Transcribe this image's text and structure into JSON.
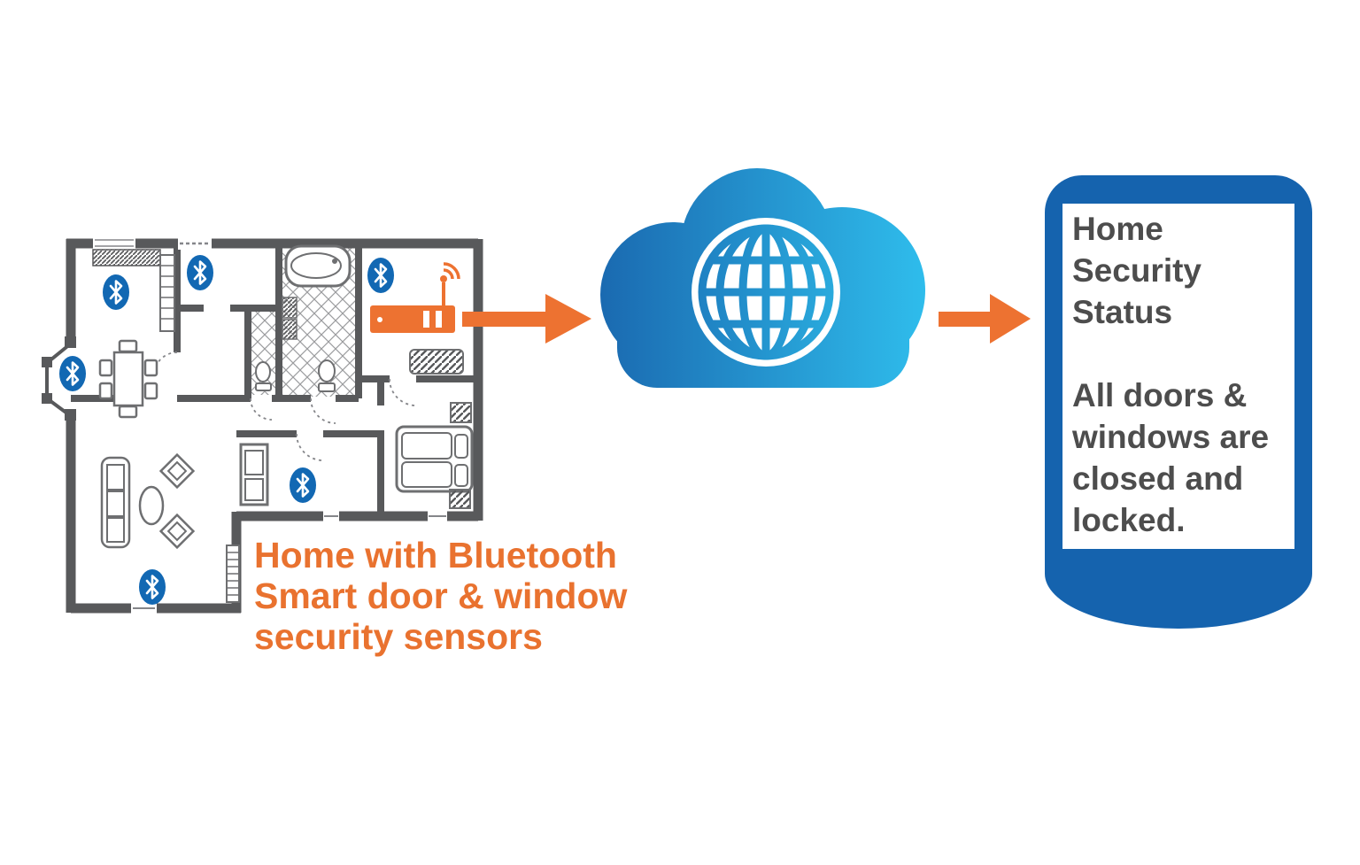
{
  "diagram": {
    "type": "flow-diagram",
    "background": "#FFFFFF",
    "palette": {
      "orange": "#ED7231",
      "wall_gray": "#58595B",
      "bluetooth_blue": "#1268B3",
      "cloud_gradient_left": "#1A69B0",
      "cloud_gradient_right": "#2FBDEC",
      "phone_frame_blue": "#1563AE",
      "status_text_gray": "#4D4D4D"
    },
    "home": {
      "caption_lines": [
        "Home with Bluetooth",
        "Smart door & window",
        "security sensors"
      ],
      "bluetooth_sensors": {
        "count": 6,
        "icon": "bluetooth-icon"
      },
      "router": {
        "icon": "wireless-router-icon"
      }
    },
    "cloud": {
      "icon": "globe-icon"
    },
    "phone": {
      "title_lines": [
        "Home",
        "Security",
        "Status"
      ],
      "body_lines": [
        "All doors &",
        "windows are",
        "closed and",
        "locked."
      ]
    },
    "arrows": [
      {
        "name": "home-to-cloud-arrow",
        "direction": "right"
      },
      {
        "name": "cloud-to-phone-arrow",
        "direction": "right"
      }
    ]
  }
}
